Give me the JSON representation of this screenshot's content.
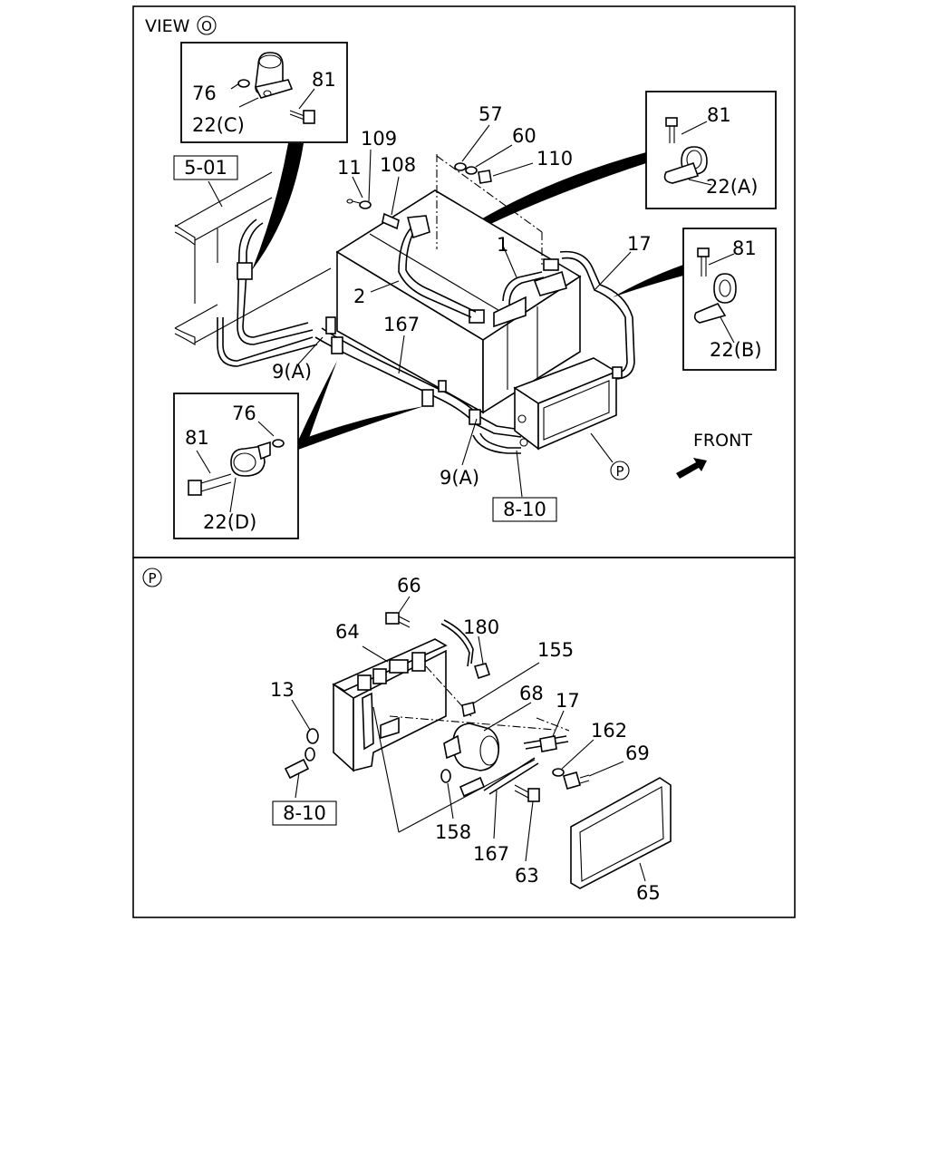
{
  "view_label": "VIEW",
  "view_circle": "O",
  "detail_circle": "P",
  "front_label": "FRONT",
  "refs": {
    "ref_501": "5-01",
    "ref_810_top": "8-10",
    "ref_810_bot": "8-10"
  },
  "upper": {
    "c76": "76",
    "c81": "81",
    "c22c": "22(C)",
    "a81": "81",
    "a22a": "22(A)",
    "b81": "81",
    "b22b": "22(B)",
    "d76": "76",
    "d81": "81",
    "d22d": "22(D)",
    "l109": "109",
    "l11": "11",
    "l108": "108",
    "l57": "57",
    "l60": "60",
    "l110": "110",
    "l1": "1",
    "l2": "2",
    "l17": "17",
    "l167": "167",
    "l9a_1": "9(A)",
    "l9a_2": "9(A)"
  },
  "lower": {
    "l66": "66",
    "l64": "64",
    "l180": "180",
    "l155": "155",
    "l13": "13",
    "l68": "68",
    "l17": "17",
    "l162": "162",
    "l69": "69",
    "l158": "158",
    "l167": "167",
    "l63": "63",
    "l65": "65"
  }
}
